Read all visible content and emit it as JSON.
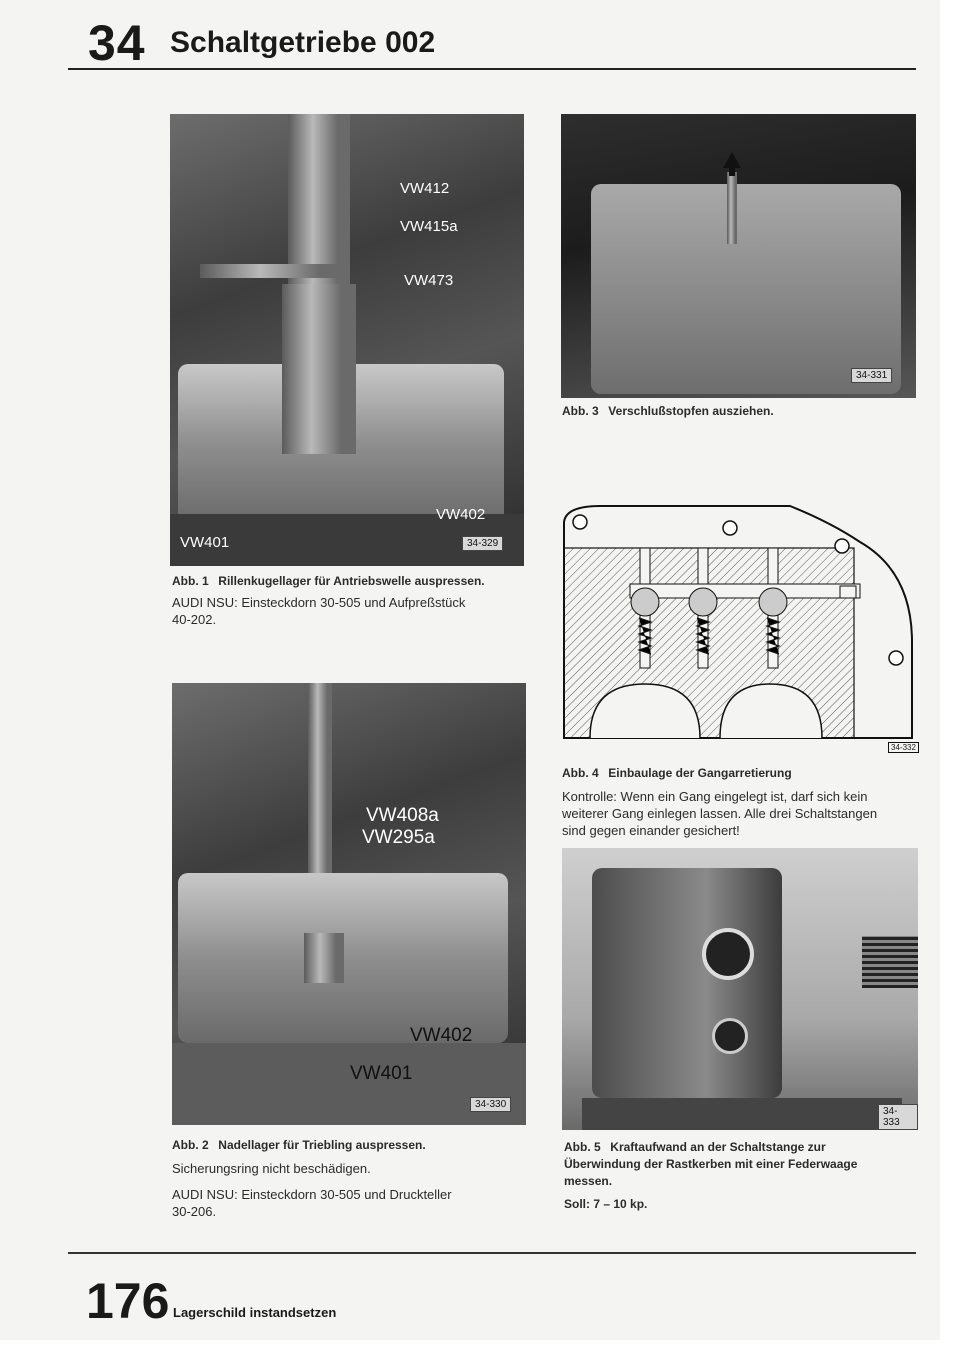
{
  "header": {
    "chapter_number": "34",
    "chapter_title": "Schaltgetriebe 002"
  },
  "figure1": {
    "labels": [
      "VW412",
      "VW415a",
      "VW473",
      "VW402",
      "VW401"
    ],
    "code": "34-329",
    "caption_label": "Abb. 1",
    "caption": "Rillenkugellager für Antriebswelle auspressen.",
    "note_lines": [
      "AUDI NSU: Einsteckdorn 30-505 und Aufpreßstück",
      "40-202."
    ]
  },
  "figure2": {
    "labels": [
      "VW408a",
      "VW295a",
      "VW402",
      "VW401"
    ],
    "code": "34-330",
    "caption_label": "Abb. 2",
    "caption": "Nadellager für Triebling auspressen.",
    "note1": "Sicherungsring nicht beschädigen.",
    "note2_lines": [
      "AUDI NSU: Einsteckdorn 30-505 und Druckteller",
      "30-206."
    ]
  },
  "figure3": {
    "code": "34-331",
    "caption_label": "Abb. 3",
    "caption": "Verschlußstopfen ausziehen."
  },
  "figure4": {
    "code": "34-332",
    "caption_label": "Abb. 4",
    "caption": "Einbaulage der Gangarretierung",
    "note_lines": [
      "Kontrolle: Wenn ein Gang eingelegt ist, darf sich kein",
      "weiterer Gang einlegen lassen. Alle drei Schaltstangen",
      "sind gegen einander gesichert!"
    ]
  },
  "figure5": {
    "code": "34-333",
    "caption_label": "Abb. 5",
    "caption_lines": [
      "Kraftaufwand an der Schaltstange zur",
      "Überwindung der Rastkerben mit einer Federwaage",
      "messen."
    ],
    "spec": "Soll: 7 – 10 kp."
  },
  "footer": {
    "page_number": "176",
    "section_title": "Lagerschild instandsetzen"
  }
}
